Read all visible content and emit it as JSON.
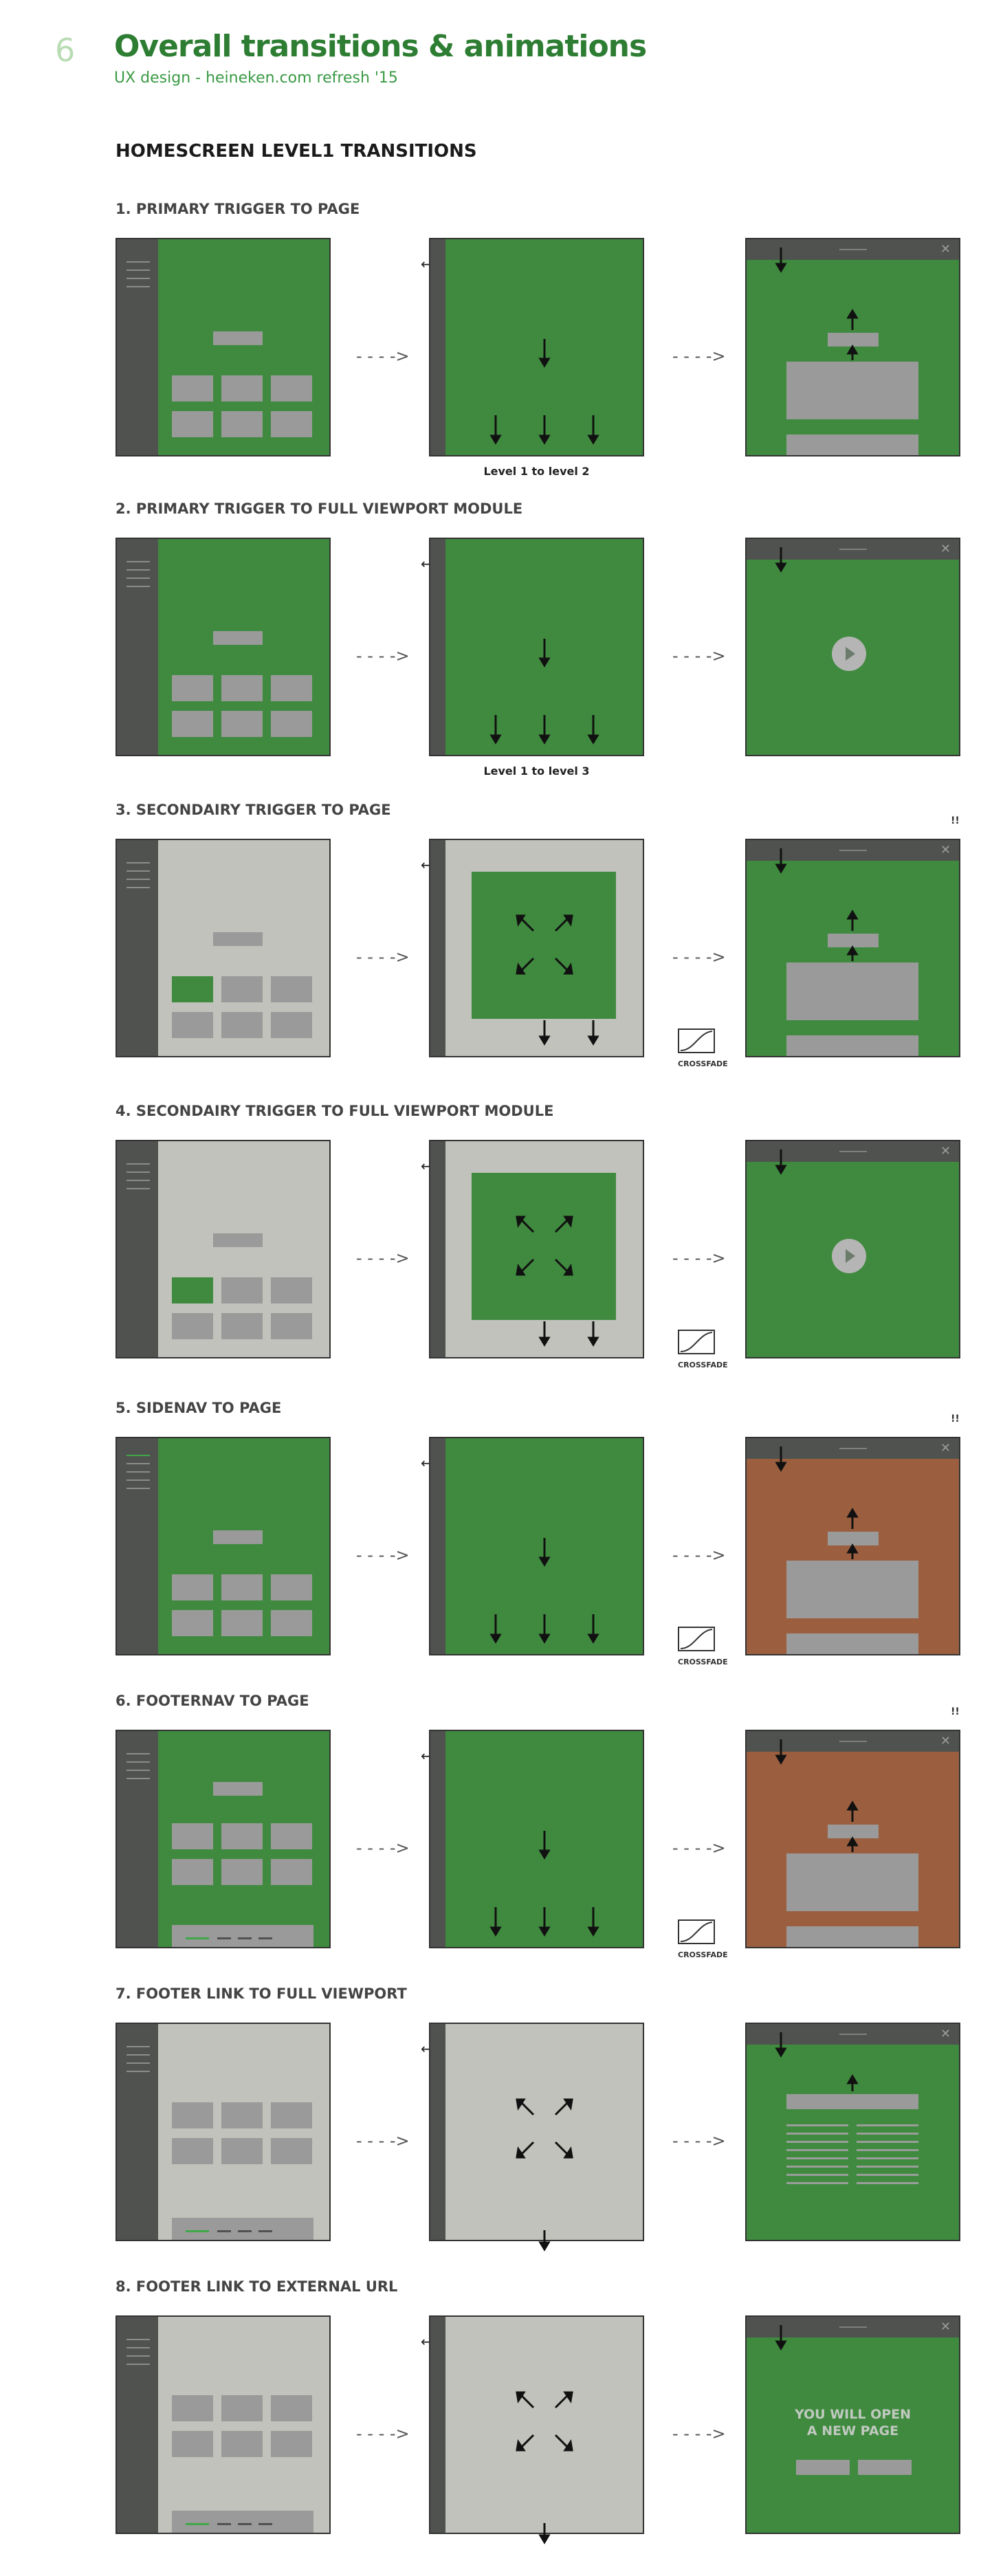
{
  "page": {
    "number": "6",
    "title": "Overall transitions & animations",
    "subtitle": "UX design - heineken.com refresh '15",
    "heading": "HOMESCREEN LEVEL1 TRANSITIONS"
  },
  "sections": [
    {
      "title": "1. PRIMARY TRIGGER TO PAGE",
      "caption": "Level 1 to level 2"
    },
    {
      "title": "2. PRIMARY TRIGGER TO FULL VIEWPORT MODULE",
      "caption": "Level 1 to level 3"
    },
    {
      "title": "3. SECONDAIRY TRIGGER TO PAGE",
      "crossfade": "CROSSFADE",
      "mark": "!!"
    },
    {
      "title": "4. SECONDAIRY TRIGGER TO FULL VIEWPORT MODULE",
      "crossfade": "CROSSFADE"
    },
    {
      "title": "5. SIDENAV TO PAGE",
      "crossfade": "CROSSFADE",
      "mark": "!!"
    },
    {
      "title": "6. FOOTERNAV TO PAGE",
      "crossfade": "CROSSFADE",
      "mark": "!!"
    },
    {
      "title": "7. FOOTER LINK TO FULL VIEWPORT"
    },
    {
      "title": "8. FOOTER LINK TO EXTERNAL URL",
      "external_text": "YOU WILL OPEN\nA NEW PAGE"
    }
  ],
  "symbols": {
    "transition_arrow": "- - - ->",
    "back_arrow": "←",
    "close": "✕"
  },
  "colors": {
    "green": "#3f8a3f",
    "dark_nav": "#4f524f",
    "grey_content": "#c0c2bb",
    "placeholder": "#999a99",
    "brown": "#9b5f40",
    "title_green": "#2d7d33"
  }
}
